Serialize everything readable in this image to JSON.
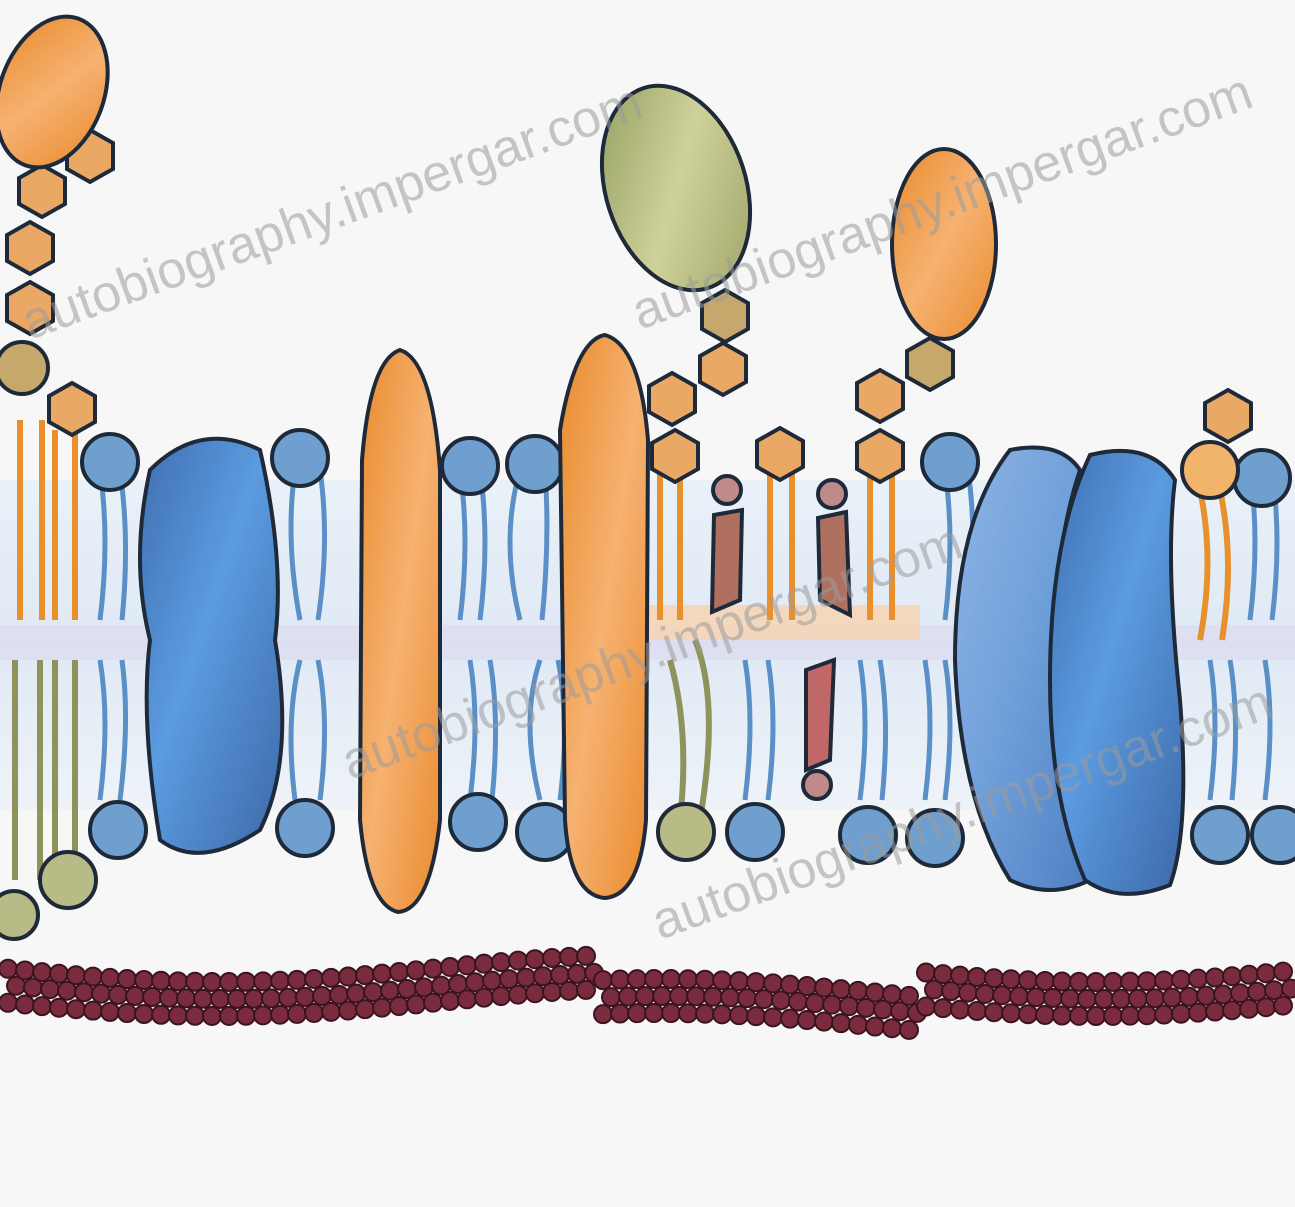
{
  "diagram": {
    "subject": "cell-membrane-fluid-mosaic",
    "palette": {
      "background": "#f7f7f7",
      "headgroup_fill": "#6f9fcf",
      "tail_stroke": "#9dc3e6",
      "integral_protein_blue": "#5a86c5",
      "peripheral_orange": "#f0a047",
      "glycan_orange": "#f1b46a",
      "glycoprotein_green": "#b3b77a",
      "cholesterol": "#b07060",
      "cytoskeleton": "#7a2b3d",
      "outline": "#1e2a3a"
    }
  },
  "watermarks": [
    {
      "text": "autobiography.impergar.com"
    },
    {
      "text": "autobiography.impergar.com"
    },
    {
      "text": "autobiography.impergar.com"
    },
    {
      "text": "autobiography.impergar.com"
    }
  ]
}
